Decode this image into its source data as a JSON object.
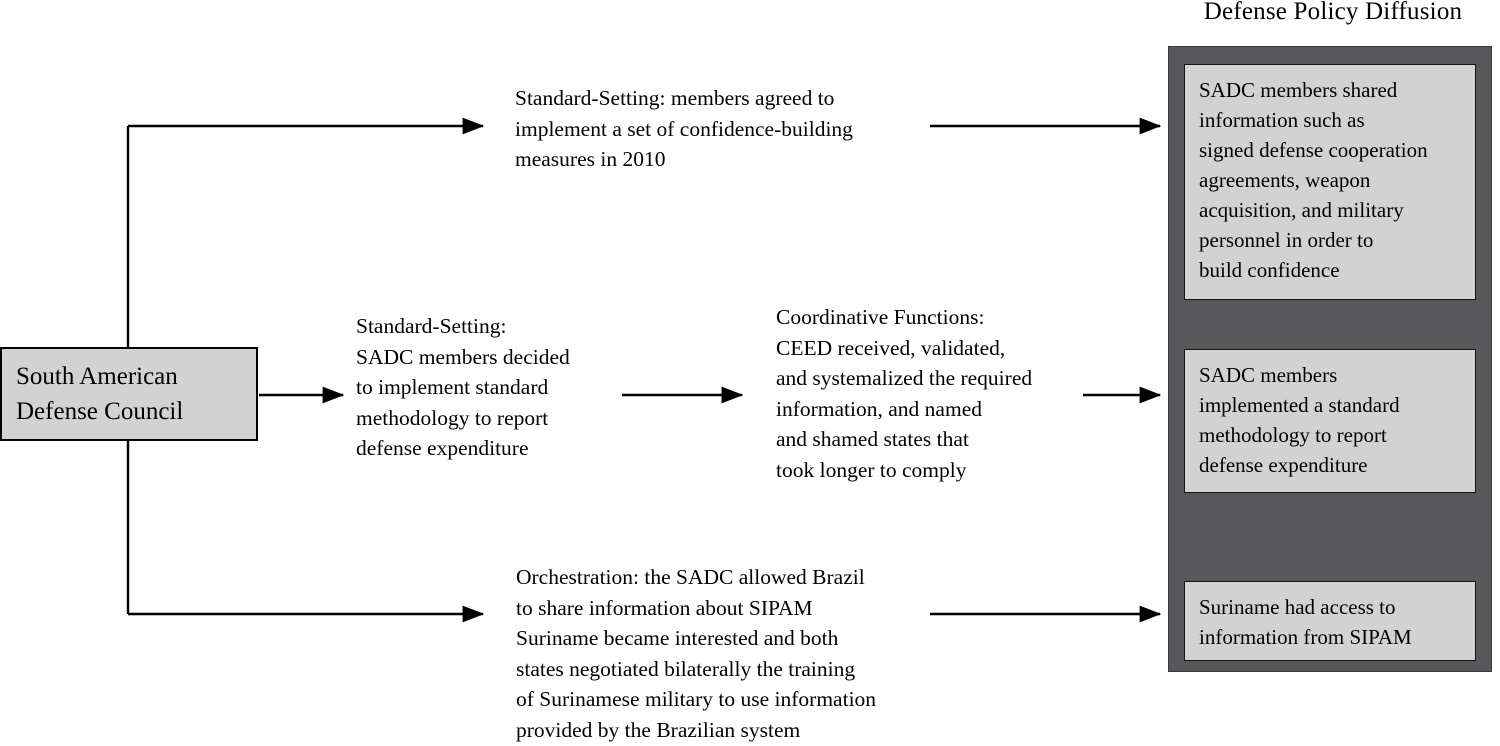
{
  "title": "Defense Policy Diffusion",
  "source_node": {
    "name": "South American Defense Council",
    "lines": [
      "South American",
      "Defense Council"
    ]
  },
  "process_labels": [
    {
      "id": "standard-setting-top",
      "lines": [
        "Standard-Setting: members agreed to",
        "implement a set of confidence-building",
        "measures in 2010"
      ]
    },
    {
      "id": "standard-setting-mid",
      "lines": [
        "Standard-Setting:",
        "SADC members decided",
        "to implement standard",
        "methodology to report",
        "defense expenditure"
      ]
    },
    {
      "id": "coordinative-functions",
      "lines": [
        "Coordinative Functions:",
        "CEED received, validated,",
        "and systemalized the required",
        "information, and named",
        "and shamed states that",
        "took longer to comply"
      ]
    },
    {
      "id": "orchestration",
      "lines": [
        "Orchestration: the SADC allowed Brazil",
        "to share information about SIPAM",
        "Suriname became interested and both",
        "states negotiated bilaterally the training",
        "of Surinamese military to use information",
        "provided by the Brazilian system"
      ]
    }
  ],
  "outcomes": [
    {
      "id": "outcome-1",
      "lines": [
        "SADC members shared",
        "information such as",
        "signed defense cooperation",
        "agreements, weapon",
        "acquisition, and military",
        "personnel in order to",
        "build confidence"
      ]
    },
    {
      "id": "outcome-2",
      "lines": [
        "SADC members",
        "implemented a standard",
        "methodology to report",
        "defense expenditure"
      ]
    },
    {
      "id": "outcome-3",
      "lines": [
        "Suriname had access to",
        "information from SIPAM"
      ]
    }
  ],
  "colors": {
    "panel_fill": "#58585a",
    "box_fill": "#d2d2d2",
    "stroke": "#000000",
    "background": "#ffffff"
  }
}
